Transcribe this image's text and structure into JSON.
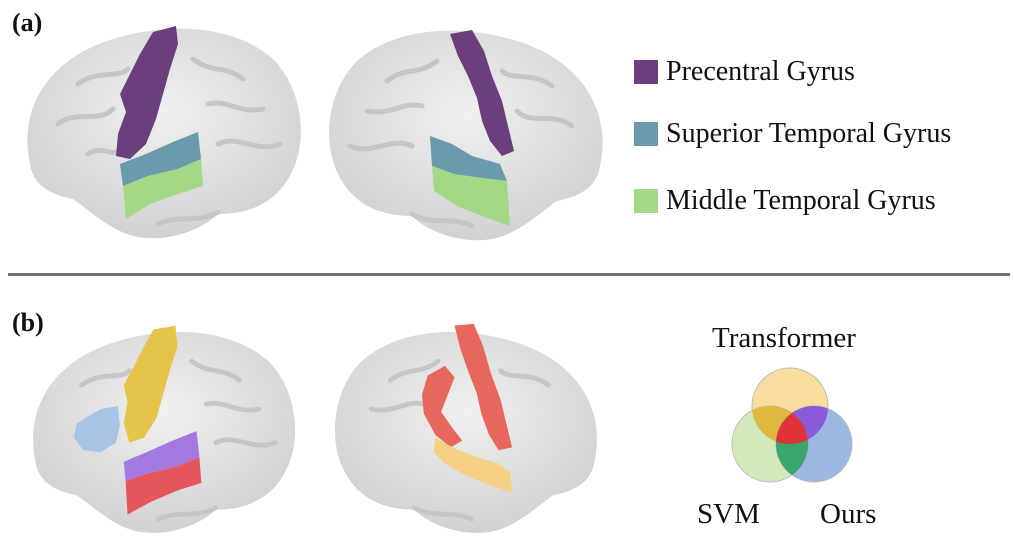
{
  "panels": {
    "a": {
      "label": "(a)",
      "legend": [
        {
          "text": "Precentral Gyrus",
          "color": "#6a3f7b"
        },
        {
          "text": "Superior Temporal Gyrus",
          "color": "#6a9aab"
        },
        {
          "text": "Middle Temporal Gyrus",
          "color": "#a3d886"
        }
      ]
    },
    "b": {
      "label": "(b)",
      "venn": {
        "labels": {
          "top": "Transformer",
          "left": "SVM",
          "right": "Ours"
        },
        "colors": {
          "transformer": "#f7d27d",
          "svm": "#c4e2a3",
          "ours": "#7a9fd8",
          "transformer_svm": "#ddb83c",
          "transformer_ours": "#8b5ad6",
          "svm_ours": "#3aa56d",
          "all_three": "#e0323a"
        }
      },
      "region_colors": {
        "precentral": "#e5c44a",
        "opercular": "#a9c3e6",
        "superior_temporal": "#a379e0",
        "middle_temporal": "#e5555a",
        "right_precentral": "#e7675d",
        "right_pars": "#e7675d",
        "right_temporal": "#f6d085"
      }
    }
  },
  "brain_color": "#dcdcdc",
  "divider_color": "#6f6f6f"
}
